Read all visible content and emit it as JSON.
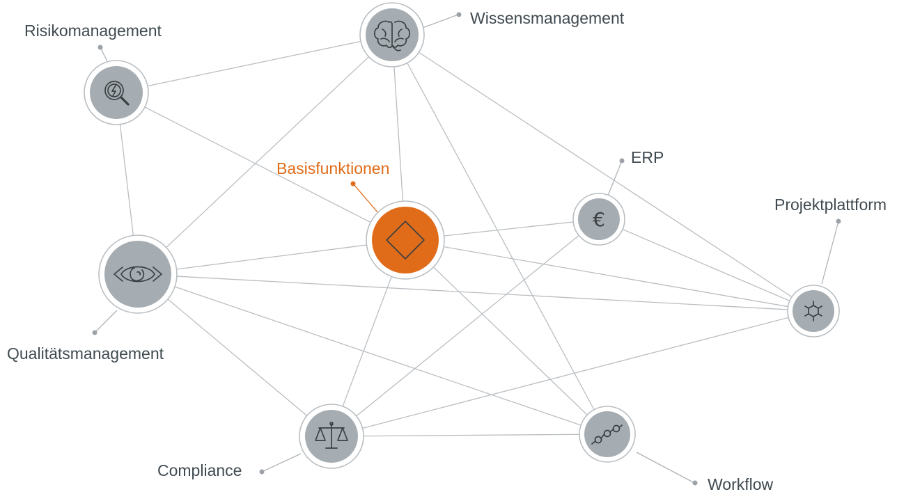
{
  "nodes": {
    "wissensmanagement": {
      "label": "Wissensmanagement",
      "icon": "brain-icon"
    },
    "risikomanagement": {
      "label": "Risikomanagement",
      "icon": "magnifier-lightning-icon"
    },
    "basisfunktionen": {
      "label": "Basisfunktionen",
      "icon": "diamond-icon"
    },
    "erp": {
      "label": "ERP",
      "icon": "euro-icon",
      "symbol": "€"
    },
    "projektplattform": {
      "label": "Projektplattform",
      "icon": "hexagon-network-icon"
    },
    "qualitaetsmanagement": {
      "label": "Qualitätsmanagement",
      "icon": "eye-icon"
    },
    "compliance": {
      "label": "Compliance",
      "icon": "scales-icon"
    },
    "workflow": {
      "label": "Workflow",
      "icon": "workflow-chain-icon"
    }
  },
  "edges": [
    [
      "wissensmanagement",
      "risikomanagement"
    ],
    [
      "wissensmanagement",
      "qualitaetsmanagement"
    ],
    [
      "wissensmanagement",
      "basisfunktionen"
    ],
    [
      "wissensmanagement",
      "workflow"
    ],
    [
      "wissensmanagement",
      "projektplattform"
    ],
    [
      "risikomanagement",
      "qualitaetsmanagement"
    ],
    [
      "risikomanagement",
      "basisfunktionen"
    ],
    [
      "qualitaetsmanagement",
      "basisfunktionen"
    ],
    [
      "qualitaetsmanagement",
      "projektplattform"
    ],
    [
      "qualitaetsmanagement",
      "compliance"
    ],
    [
      "qualitaetsmanagement",
      "workflow"
    ],
    [
      "basisfunktionen",
      "erp"
    ],
    [
      "basisfunktionen",
      "projektplattform"
    ],
    [
      "basisfunktionen",
      "compliance"
    ],
    [
      "basisfunktionen",
      "workflow"
    ],
    [
      "erp",
      "projektplattform"
    ],
    [
      "erp",
      "compliance"
    ],
    [
      "compliance",
      "workflow"
    ],
    [
      "compliance",
      "projektplattform"
    ]
  ],
  "colors": {
    "accent": "#e06c1a",
    "node_fill": "#a6adb2",
    "edge": "#b9bec2",
    "label": "#3f4a50"
  }
}
